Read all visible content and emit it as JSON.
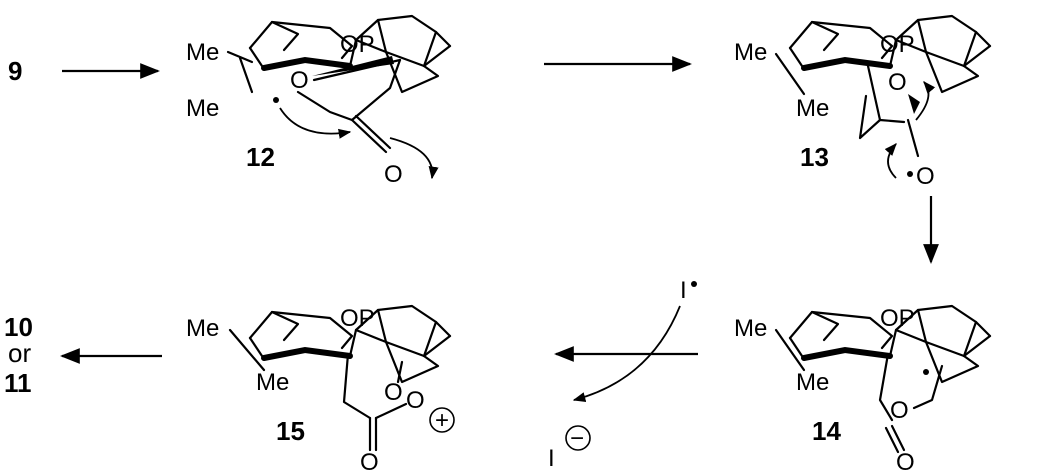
{
  "compounds": {
    "c9": "9",
    "c12": "12",
    "c13": "13",
    "c14": "14",
    "c15": "15",
    "c10": "10",
    "or": "or",
    "c11": "11"
  },
  "atoms": {
    "me": "Me",
    "op": "OP",
    "o": "O",
    "i": "I"
  },
  "charges": {
    "plus": "+",
    "minus": "−"
  }
}
